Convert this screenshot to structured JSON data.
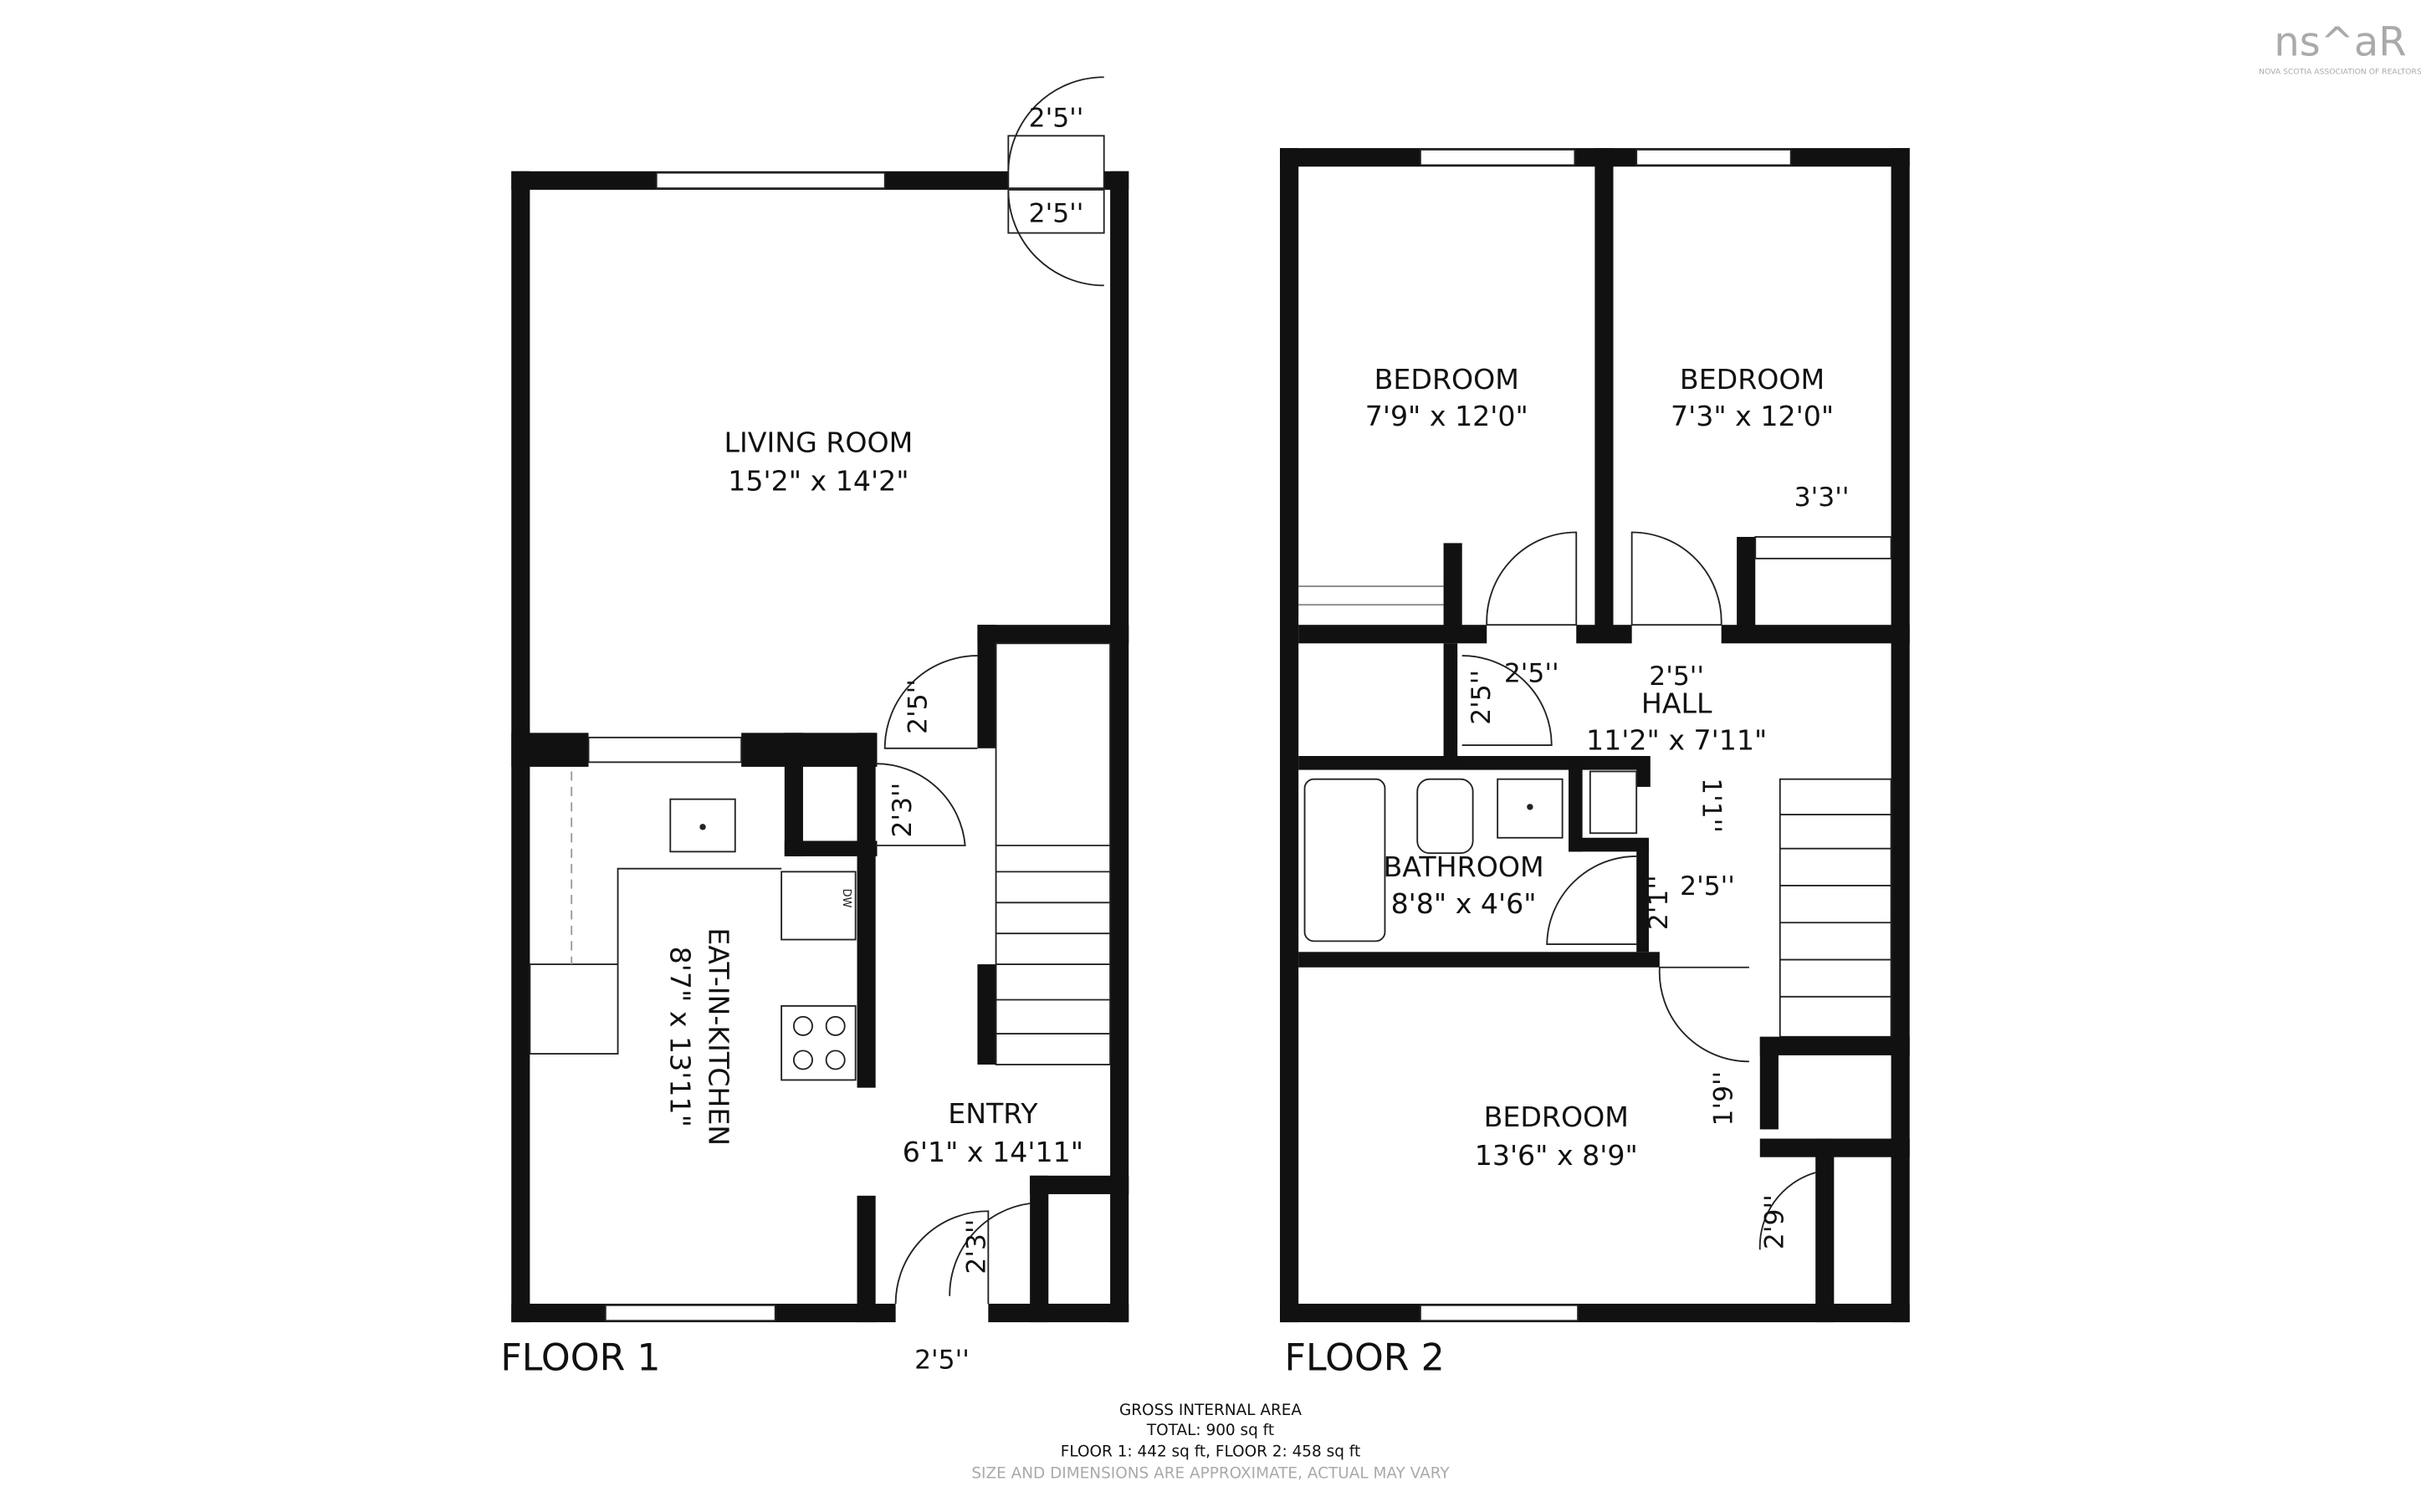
{
  "logo": {
    "text": "ns^aR",
    "subtitle": "NOVA SCOTIA ASSOCIATION OF REALTORS"
  },
  "floor1": {
    "label": "FLOOR 1",
    "rooms": [
      {
        "name": "LIVING ROOM",
        "size": "15'2\" x 14'2\""
      },
      {
        "name": "EAT-IN-KITCHEN",
        "size": "8'7\" x 13'11\""
      },
      {
        "name": "ENTRY",
        "size": "6'1\" x 14'11\""
      }
    ],
    "dims": [
      "2'5''",
      "2'5''",
      "2'5''",
      "2'3''",
      "2'3''",
      "2'5''"
    ],
    "appliance": "DW"
  },
  "floor2": {
    "label": "FLOOR 2",
    "rooms": [
      {
        "name": "BEDROOM",
        "size": "7'9\" x 12'0\""
      },
      {
        "name": "BEDROOM",
        "size": "7'3\" x 12'0\""
      },
      {
        "name": "HALL",
        "size": "11'2\" x 7'11\""
      },
      {
        "name": "BATHROOM",
        "size": "8'8\" x 4'6\""
      },
      {
        "name": "BEDROOM",
        "size": "13'6\" x 8'9\""
      }
    ],
    "dims": [
      "3'3''",
      "2'5''",
      "2'5''",
      "2'5''",
      "1'1''",
      "2'1''",
      "2'5''",
      "1'9''",
      "2'9''"
    ]
  },
  "footer": {
    "line1": "GROSS INTERNAL AREA",
    "line2": "TOTAL: 900 sq ft",
    "line3": "FLOOR 1: 442 sq ft, FLOOR 2: 458 sq ft",
    "disclaimer": "SIZE AND DIMENSIONS ARE APPROXIMATE, ACTUAL MAY VARY"
  }
}
